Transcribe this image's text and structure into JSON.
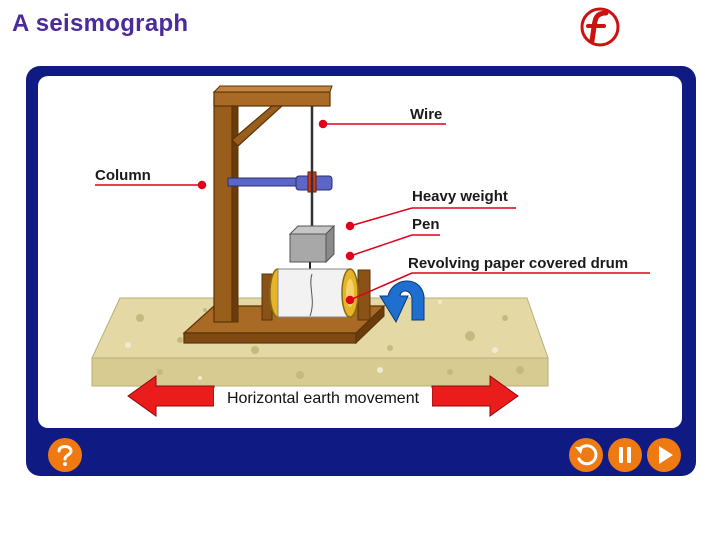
{
  "title": "A seismograph",
  "diagram": {
    "labels": {
      "wire": "Wire",
      "column": "Column",
      "heavy_weight": "Heavy weight",
      "pen": "Pen",
      "drum": "Revolving paper covered drum",
      "movement": "Horizontal earth movement"
    }
  },
  "controls": {
    "help_icon": "question-mark",
    "replay_icon": "replay-arrow",
    "pause_icon": "pause-bars",
    "play_icon": "play-triangle"
  },
  "colors": {
    "title": "#4b2a9a",
    "frame": "#0f1a82",
    "button": "#f07a12",
    "pointer": "#e0001a",
    "arrow": "#ea1c1c",
    "wood": "#9a5e1c",
    "ground": "#e6dcaa",
    "rotation_arrow": "#1e6fd0"
  }
}
